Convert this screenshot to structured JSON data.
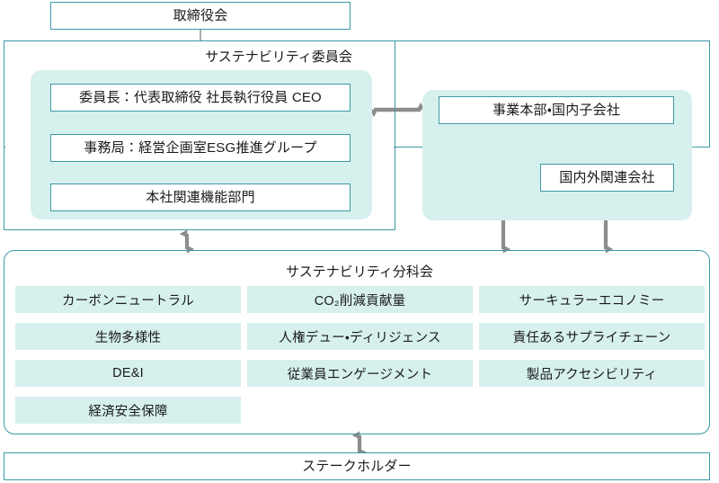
{
  "board": {
    "label": "取締役会"
  },
  "committee": {
    "title": "サステナビリティ委員会",
    "left_boxes": [
      {
        "label": "委員長：代表取締役 社長執行役員 CEO"
      },
      {
        "label": "事務局：経営企画室ESG推進グループ"
      },
      {
        "label": "本社関連機能部門"
      }
    ],
    "right_boxes": [
      {
        "label": "事業本部・国内子会社"
      },
      {
        "label": "国内外関連会社"
      }
    ]
  },
  "subcommittee": {
    "title": "サステナビリティ分科会",
    "columns": [
      {
        "items": [
          {
            "label": "カーボンニュートラル"
          },
          {
            "label": "生物多様性"
          },
          {
            "label": "DE&I"
          },
          {
            "label": "経済安全保障"
          }
        ]
      },
      {
        "items": [
          {
            "label": "CO₂削減貢献量"
          },
          {
            "label": "人権デュー・ディリジェンス"
          },
          {
            "label": "従業員エンゲージメント"
          }
        ]
      },
      {
        "items": [
          {
            "label": "サーキュラーエコノミー"
          },
          {
            "label": "責任あるサプライチェーン"
          },
          {
            "label": "製品アクセシビリティ"
          }
        ]
      }
    ]
  },
  "stakeholder": {
    "label": "ステークホルダー"
  },
  "colors": {
    "border_teal": "#3b9aa6",
    "panel_fill": "#d6f0ee",
    "arrow_gray": "#8c8c8c",
    "connector_gray": "#9a9a9a",
    "text": "#1a1a1a",
    "background": "#ffffff"
  }
}
